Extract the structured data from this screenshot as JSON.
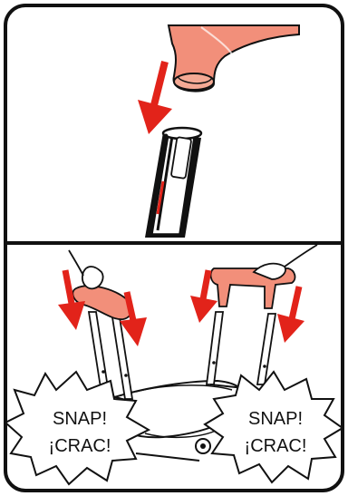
{
  "colors": {
    "frame": "#111111",
    "accent": "#e2231a",
    "accent_fill": "#f28f7a",
    "background": "#ffffff"
  },
  "panels": [
    {
      "name": "top-panel",
      "step": "insert handle cap onto tube"
    },
    {
      "name": "bottom-panel",
      "step": "push handles onto stroller tubes"
    }
  ],
  "callouts": {
    "left": {
      "line1": "SNAP!",
      "line2": "¡CRAC!"
    },
    "right": {
      "line1": "SNAP!",
      "line2": "¡CRAC!"
    }
  }
}
